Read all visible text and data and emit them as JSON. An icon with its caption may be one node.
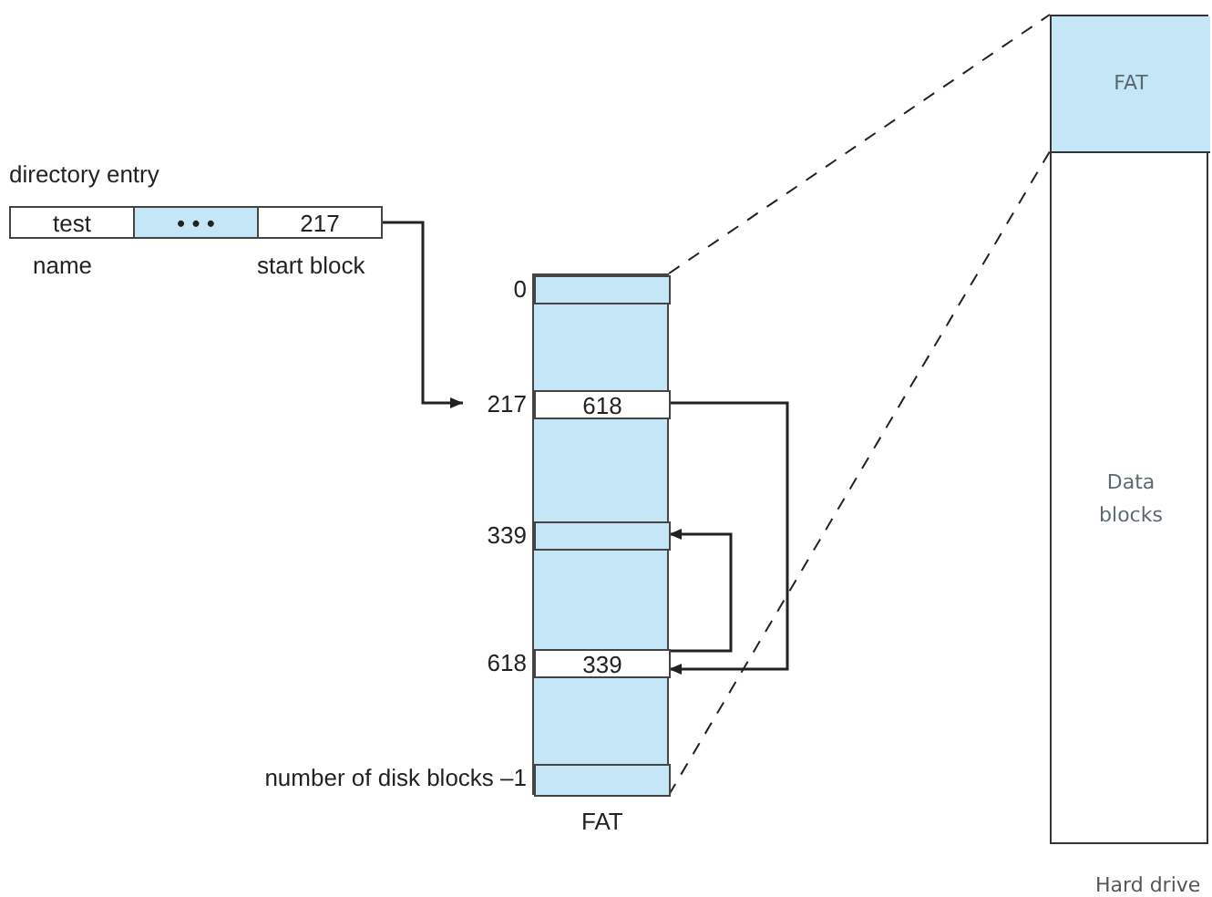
{
  "diagram": {
    "nodes": [
      {
        "text": [
          "directory entry"
        ]
      },
      {
        "text": [
          "test"
        ],
        "in": 0,
        "beside": [
          "name"
        ]
      },
      {
        "text": [
          "• • •"
        ],
        "in": 0
      },
      {
        "text": [
          "217"
        ],
        "in": 0,
        "beside": [
          "start block"
        ]
      },
      {
        "text": [
          "FAT"
        ]
      },
      {
        "text": [],
        "shape": "bar",
        "in": 4,
        "beside": [
          "0"
        ]
      },
      {
        "text": [
          "618"
        ],
        "in": 4,
        "beside": [
          "217"
        ]
      },
      {
        "text": [],
        "shape": "bar",
        "in": 4,
        "beside": [
          "339"
        ]
      },
      {
        "text": [
          "339"
        ],
        "in": 4,
        "beside": [
          "618"
        ]
      },
      {
        "text": [],
        "shape": "bar",
        "in": 4,
        "beside": [
          "number of disk blocks –1"
        ]
      },
      {
        "text": [
          "Hard drive"
        ]
      },
      {
        "text": [
          "FAT"
        ],
        "in": 10
      },
      {
        "text": [
          "Data blocks"
        ],
        "in": 10
      }
    ],
    "edges": [
      {
        "from": 3,
        "to": 6,
        "arrow": "to"
      },
      {
        "from": 6,
        "to": 8,
        "arrow": "to"
      },
      {
        "from": 8,
        "to": 7,
        "arrow": "to"
      },
      {
        "from": 4,
        "to": 11,
        "arrow": "none",
        "style": "dashed"
      },
      {
        "from": 4,
        "to": 11,
        "arrow": "none",
        "style": "dashed"
      }
    ]
  }
}
